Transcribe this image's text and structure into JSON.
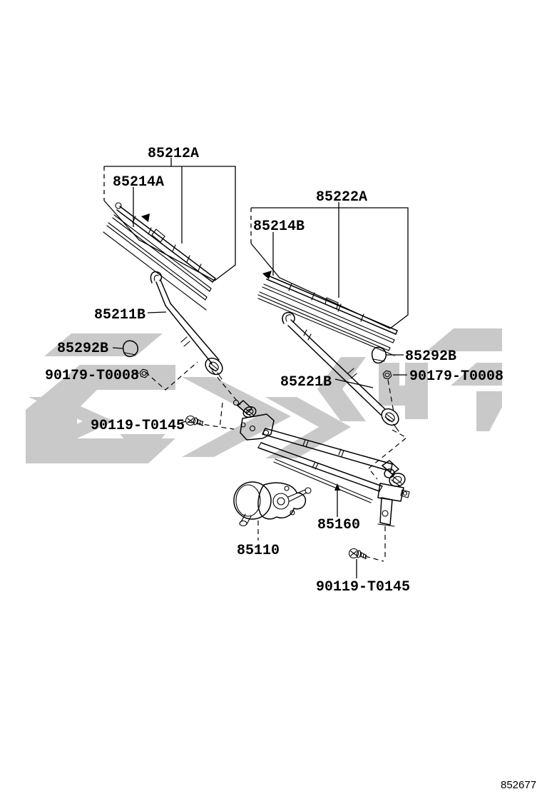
{
  "diagram": {
    "type": "parts-diagram",
    "subject": "windshield-wiper-assembly",
    "drawing_code": "852677",
    "colors": {
      "background": "#ffffff",
      "line": "#000000",
      "watermark": "#c9c9c9"
    },
    "parts": [
      {
        "key": "wiper-blade-assy-1",
        "number": "85212A"
      },
      {
        "key": "blade-insert-1",
        "number": "85214A"
      },
      {
        "key": "wiper-blade-assy-2",
        "number": "85222A"
      },
      {
        "key": "blade-insert-2",
        "number": "85214B"
      },
      {
        "key": "wiper-arm-1",
        "number": "85211B"
      },
      {
        "key": "arm-head-cap-left",
        "number": "85292B"
      },
      {
        "key": "arm-nut-left",
        "number": "90179-T0008"
      },
      {
        "key": "pivot-bolt-left",
        "number": "90119-T0145"
      },
      {
        "key": "arm-head-cap-right",
        "number": "85292B"
      },
      {
        "key": "arm-nut-right",
        "number": "90179-T0008"
      },
      {
        "key": "wiper-arm-2",
        "number": "85221B"
      },
      {
        "key": "wiper-link-assy",
        "number": "85160"
      },
      {
        "key": "wiper-motor",
        "number": "85110"
      },
      {
        "key": "pivot-bolt-right",
        "number": "90119-T0145"
      }
    ]
  }
}
